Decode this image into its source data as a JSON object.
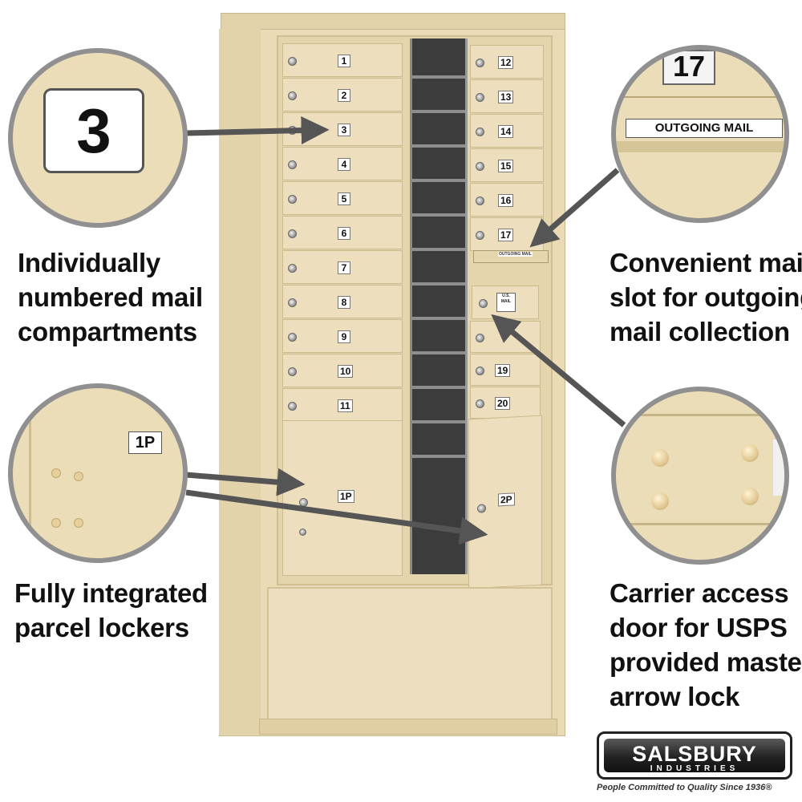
{
  "captions": {
    "compartments": [
      "Individually",
      "numbered mail",
      "compartments"
    ],
    "outgoing": [
      "Convenient mail",
      "slot for outgoing",
      "mail collection"
    ],
    "parcel": [
      "Fully integrated",
      "parcel lockers"
    ],
    "carrier": [
      "Carrier access",
      "door for USPS",
      "provided master",
      "arrow lock"
    ]
  },
  "left_doors": [
    "1",
    "2",
    "3",
    "4",
    "5",
    "6",
    "7",
    "8",
    "9",
    "10",
    "11"
  ],
  "right_doors": [
    "12",
    "13",
    "14",
    "15",
    "16",
    "17"
  ],
  "right_lower_doors": [
    "",
    "19",
    "20"
  ],
  "parcel_left": "1P",
  "parcel_right": "2P",
  "slot_label": "OUTGOING MAIL",
  "usps_label": "U.S. MAIL",
  "zoom": {
    "number_plate": "3",
    "outgoing_plate": "17",
    "outgoing_label": "OUTGOING MAIL",
    "parcel_plate": "1P"
  },
  "logo": {
    "name": "SALSBURY",
    "sub": "INDUSTRIES",
    "tagline": "People Committed to Quality Since 1936®"
  },
  "colors": {
    "finish": "#eadbb6",
    "arrow": "#5a5a5a"
  }
}
